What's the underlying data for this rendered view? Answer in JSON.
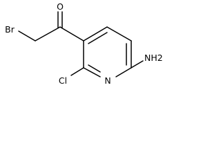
{
  "molecule": {
    "atoms": {
      "oxygen": "O",
      "bromine": "Br",
      "chlorine": "Cl",
      "nitrogen": "N",
      "amine": "NH2"
    },
    "bond_color": "#000000",
    "background": "#ffffff"
  }
}
